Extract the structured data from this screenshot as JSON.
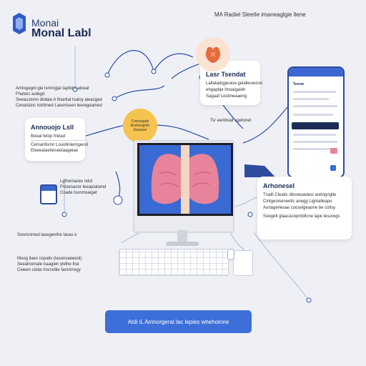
{
  "header": {
    "title_line1": "Monai",
    "title_line2": "Monal Labl",
    "right_text": "MA Radiel Sleetle imaneaglgie llene"
  },
  "left_block": {
    "line1": "Amtogegnl gie lsmmgjal taptld s aloear",
    "line2": "Fhatarc aolegd",
    "line3": "Seeauzemn diolaie A finarttal tsaloy aleacged",
    "line4": "Cenatsiinc toirtlmed Laoeriseen leeregeamed"
  },
  "left_card": {
    "title": "Annouojo Lsll",
    "line1": "Boeal fetop hleiad",
    "line2": "Cemanllsmn Louoliinlemgenol",
    "line3": "Eleeeaiaetteneelaageiae"
  },
  "top_card": {
    "title": "Lasr Tsendat",
    "line1": "Laltatadqgeuioa gelallesecirei",
    "line2": "ehgaplqe lmoaigaieh",
    "line3": "Sagaaf Lesbneaaeng"
  },
  "yellow_circle": {
    "line1": "Cotnorgate",
    "line2": "Arohiesgrtlo",
    "line3": "Eiaopoe"
  },
  "mid_label": "Tsr eerbloalt sgetonet",
  "left_list": {
    "line1": "Lgfnemaree ndot",
    "line2": "Fnisenaonr leeaplatomd",
    "line3": "Coade tsonmsaiget"
  },
  "left_single": "Sowrsnmed lasegenthe lasas e",
  "bottom_left": {
    "line1": "Moog liaex copaliv (lasonsaeeeol)",
    "line2": "Seealnomale Aaagien ylelhe Ilse",
    "line3": "Ceieen clolia Imcnollie fanrnrregy"
  },
  "right_card": {
    "title": "Arhonesel",
    "line1": "Tnatll Cleatic dloowsaelesl aretogrigtle",
    "line2": "Cintgeoiseneetic aoegg Liglnalleapu",
    "line3": "Aorlagerlesae cooselgeaone be colisy",
    "line4": "Soegetl glaacasnpmbllcne lape lesuregs"
  },
  "phone": {
    "title": "Tenrat"
  },
  "cta": {
    "label": "Atdi iL Amnorgeral lac lepies whehoinne"
  },
  "colors": {
    "background": "#eef0f5",
    "accent": "#3e6fd8",
    "dark_blue": "#1d2b55",
    "lung_pink": "#e7839a",
    "yellow": "#f5c34f",
    "orange": "#e66a3c"
  }
}
